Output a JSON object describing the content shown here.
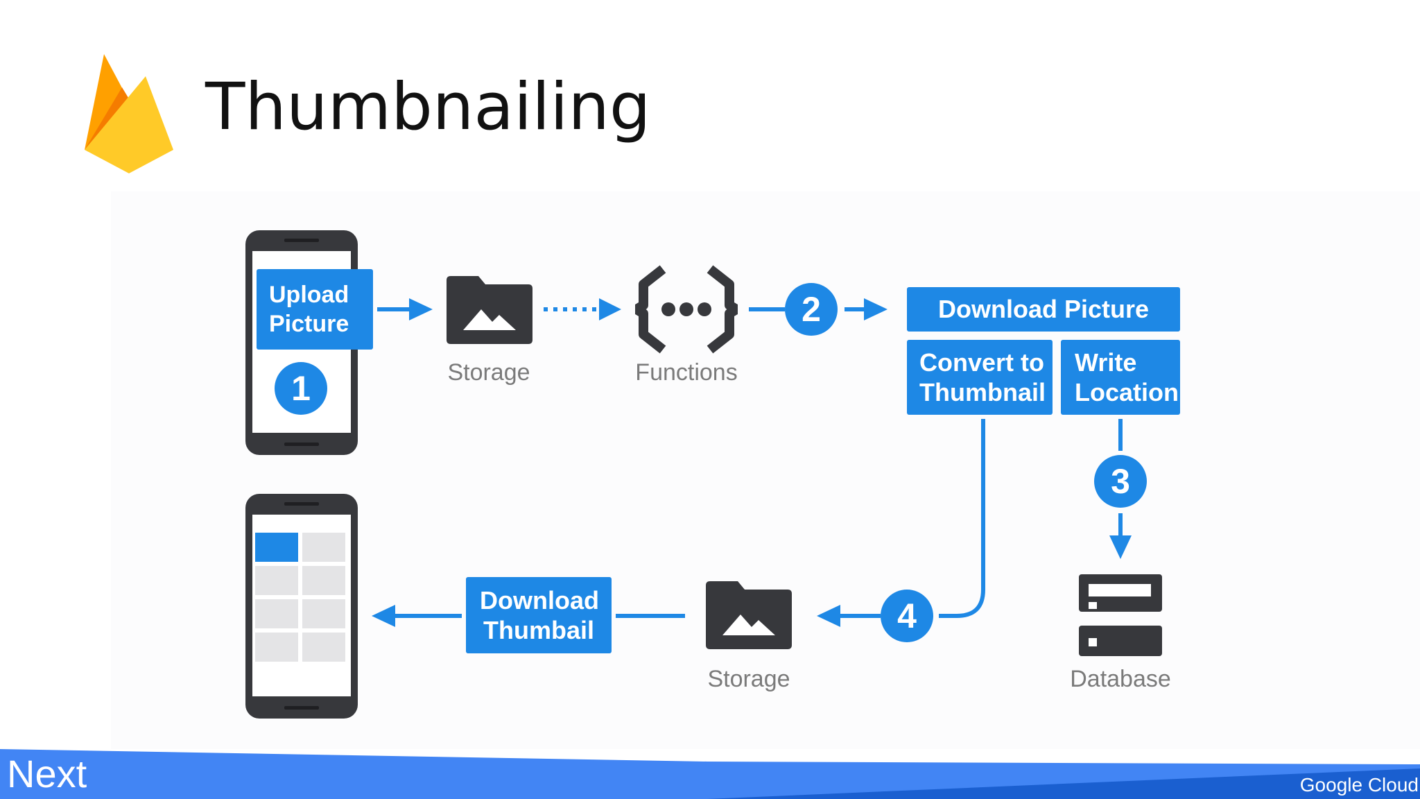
{
  "slide": {
    "title": "Thumbnailing"
  },
  "diagram": {
    "upload_box": "Upload Picture",
    "download_picture_box": "Download Picture",
    "convert_box": "Convert to Thumbnail",
    "write_box": "Write Location",
    "download_thumbail_box": "Download Thumbail",
    "storage_top_caption": "Storage",
    "functions_caption": "Functions",
    "storage_bottom_caption": "Storage",
    "database_caption": "Database",
    "step_1": "1",
    "step_2": "2",
    "step_3": "3",
    "step_4": "4"
  },
  "footer": {
    "logo_text": "Next",
    "brand_text": "Google Cloud"
  },
  "colors": {
    "accent_blue": "#1e88e5",
    "dark_gray": "#37383c",
    "footer_blue": "#4285f4",
    "firebase_yellow": "#ffca28",
    "firebase_orange": "#ffa000"
  },
  "icons": [
    "firebase-logo",
    "phone-icon",
    "storage-folder-icon",
    "functions-icon",
    "database-icon",
    "phone-grid-icon"
  ]
}
